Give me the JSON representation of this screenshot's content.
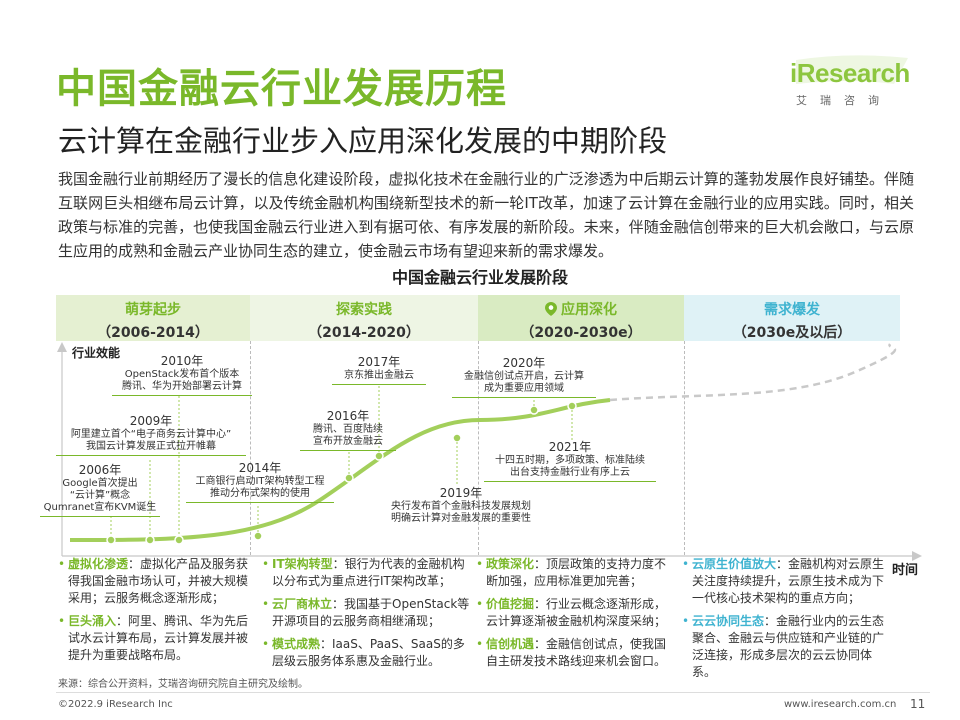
{
  "header": {
    "title": "中国金融云行业发展历程",
    "subtitle": "云计算在金融行业步入应用深化发展的中期阶段",
    "logo_text": "iResearch",
    "logo_sub": "艾瑞咨询"
  },
  "intro": "我国金融行业前期经历了漫长的信息化建设阶段，虚拟化技术在金融行业的广泛渗透为中后期云计算的蓬勃发展作良好铺垫。伴随互联网巨头相继布局云计算，以及传统金融机构围绕新型技术的新一轮IT改革，加速了云计算在金融行业的应用实践。同时，相关政策与标准的完善，也使我国金融云行业进入到有据可依、有序发展的新阶段。未来，伴随金融信创带来的巨大机会敞口，与云原生应用的成熟和金融云产业协同生态的建立，使金融云市场有望迎来新的需求爆发。",
  "chart": {
    "title": "中国金融云行业发展阶段",
    "ylabel": "行业效能",
    "xlabel": "时间",
    "phases": [
      {
        "name": "萌芽起步",
        "years": "（2006-2014）"
      },
      {
        "name": "探索实践",
        "years": "（2014-2020）"
      },
      {
        "name": "应用深化",
        "years": "（2020-2030e）"
      },
      {
        "name": "需求爆发",
        "years": "（2030e及以后）"
      }
    ],
    "events": [
      {
        "year": "2006年",
        "text": "Google首次提出\n“云计算”概念\nQumranet宣布KVM诞生"
      },
      {
        "year": "2009年",
        "text": "阿里建立首个“电子商务云计算中心”\n我国云计算发展正式拉开帷幕"
      },
      {
        "year": "2010年",
        "text": "OpenStack发布首个版本\n腾讯、华为开始部署云计算"
      },
      {
        "year": "2014年",
        "text": "工商银行启动IT架构转型工程\n推动分布式架构的使用"
      },
      {
        "year": "2016年",
        "text": "腾讯、百度陆续\n宣布开放金融云"
      },
      {
        "year": "2017年",
        "text": "京东推出金融云"
      },
      {
        "year": "2019年",
        "text": "央行发布首个金融科技发展规划\n明确云计算对金融发展的重要性"
      },
      {
        "year": "2020年",
        "text": "金融信创试点开启，云计算\n成为重要应用领域"
      },
      {
        "year": "2021年",
        "text": "十四五时期，多项政策、标准陆续\n出台支持金融行业有序上云"
      }
    ]
  },
  "columns": [
    [
      {
        "key": "虚拟化渗透",
        "text": "：虚拟化产品及服务获得我国金融市场认可，并被大规模采用；云服务概念逐渐形成；"
      },
      {
        "key": "巨头涌入",
        "text": "：阿里、腾讯、华为先后试水云计算布局，云计算发展并被提升为重要战略布局。"
      }
    ],
    [
      {
        "key": "IT架构转型",
        "text": "：银行为代表的金融机构以分布式为重点进行IT架构改革；"
      },
      {
        "key": "云厂商林立",
        "text": "：我国基于OpenStack等开源项目的云服务商相继涌现；"
      },
      {
        "key": "模式成熟",
        "text": "：IaaS、PaaS、SaaS的多层级云服务体系惠及金融行业。"
      }
    ],
    [
      {
        "key": "政策深化",
        "text": "：顶层政策的支持力度不断加强，应用标准更加完善；"
      },
      {
        "key": "价值挖掘",
        "text": "：行业云概念逐渐形成，云计算逐渐被金融机构深度采纳；"
      },
      {
        "key": "信创机遇",
        "text": "：金融信创试点，使我国自主研发技术路线迎来机会窗口。"
      }
    ],
    [
      {
        "key": "云原生价值放大",
        "text": "：金融机构对云原生关注度持续提升，云原生技术成为下一代核心技术架构的重点方向；"
      },
      {
        "key": "云云协同生态",
        "text": "：金融行业内的云生态聚合、金融云与供应链和产业链的广泛连接，形成多层次的云云协同体系。"
      }
    ]
  ],
  "footer": {
    "source": "来源：综合公开资料，艾瑞咨询研究院自主研究及绘制。",
    "copyright": "©2022.9 iResearch Inc",
    "website": "www.iresearch.com.cn",
    "page": "11"
  },
  "colors": {
    "accent": "#7ab82a",
    "blue": "#3fb3d0"
  }
}
